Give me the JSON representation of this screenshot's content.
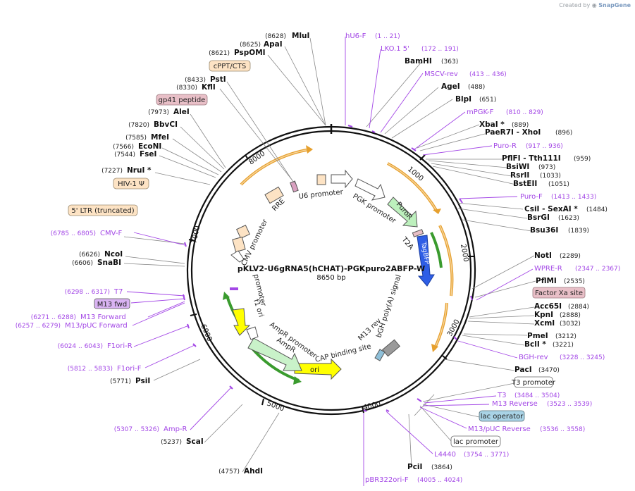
{
  "brand": {
    "prefix": "Created by",
    "name": "SnapGene"
  },
  "plasmid": {
    "name": "pKLV2-U6gRNA5(hCHAT)-PGKpuro2ABFP-W",
    "length": "8650 bp"
  },
  "ticks": [
    "1000",
    "2000",
    "3000",
    "4000",
    "5000",
    "6000",
    "7000",
    "8000"
  ],
  "primers_right": [
    {
      "name": "hU6-F",
      "range": "(1 .. 21)"
    },
    {
      "name": "LKO.1 5'",
      "range": "(172 .. 191)"
    },
    {
      "name": "MSCV-rev",
      "range": "(413 .. 436)"
    },
    {
      "name": "mPGK-F",
      "range": "(810 .. 829)"
    },
    {
      "name": "Puro-R",
      "range": "(917 .. 936)"
    },
    {
      "name": "Puro-F",
      "range": "(1413 .. 1433)"
    },
    {
      "name": "WPRE-R",
      "range": "(2347 .. 2367)"
    },
    {
      "name": "BGH-rev",
      "range": "(3228 .. 3245)"
    },
    {
      "name": "T3",
      "range": "(3484 .. 3504)"
    },
    {
      "name": "M13 Reverse",
      "range": "(3523 .. 3539)"
    },
    {
      "name": "M13/pUC Reverse",
      "range": "(3536 .. 3558)"
    },
    {
      "name": "L4440",
      "range": "(3754 .. 3771)"
    },
    {
      "name": "pBR322ori-F",
      "range": "(4005 .. 4024)"
    }
  ],
  "primers_left": [
    {
      "name": "CMV-F",
      "range": "(6785 .. 6805)"
    },
    {
      "name": "T7",
      "range": "(6298 .. 6317)"
    },
    {
      "name": "M13 Forward",
      "range": "(6271 .. 6288)"
    },
    {
      "name": "M13/pUC Forward",
      "range": "(6257 .. 6279)"
    },
    {
      "name": "F1ori-R",
      "range": "(6024 .. 6043)"
    },
    {
      "name": "F1ori-F",
      "range": "(5812 .. 5833)"
    },
    {
      "name": "Amp-R",
      "range": "(5307 .. 5326)"
    }
  ],
  "enzymes_right": [
    {
      "name": "BamHI",
      "pos": "(363)"
    },
    {
      "name": "AgeI",
      "pos": "(488)"
    },
    {
      "name": "BlpI",
      "pos": "(651)"
    },
    {
      "name": "XbaI *",
      "pos": "(889)"
    },
    {
      "name": "PaeR7I - XhoI",
      "pos": "(896)"
    },
    {
      "name": "PflFI - Tth111I",
      "pos": "(959)"
    },
    {
      "name": "BsiWI",
      "pos": "(973)"
    },
    {
      "name": "RsrII",
      "pos": "(1033)"
    },
    {
      "name": "BstEII",
      "pos": "(1051)"
    },
    {
      "name": "CsiI - SexAI *",
      "pos": "(1484)"
    },
    {
      "name": "BsrGI",
      "pos": "(1623)"
    },
    {
      "name": "Bsu36I",
      "pos": "(1839)"
    },
    {
      "name": "NotI",
      "pos": "(2289)"
    },
    {
      "name": "PflMI",
      "pos": "(2535)"
    },
    {
      "name": "Acc65I",
      "pos": "(2884)"
    },
    {
      "name": "KpnI",
      "pos": "(2888)"
    },
    {
      "name": "XcmI",
      "pos": "(3032)"
    },
    {
      "name": "PmeI",
      "pos": "(3212)"
    },
    {
      "name": "BclI *",
      "pos": "(3221)"
    },
    {
      "name": "PacI",
      "pos": "(3470)"
    },
    {
      "name": "PciI",
      "pos": "(3864)"
    }
  ],
  "enzymes_left": [
    {
      "name": "MluI",
      "pos": "(8628)"
    },
    {
      "name": "ApaI",
      "pos": "(8625)"
    },
    {
      "name": "PspOMI",
      "pos": "(8621)"
    },
    {
      "name": "PstI",
      "pos": "(8433)"
    },
    {
      "name": "KflI",
      "pos": "(8330)"
    },
    {
      "name": "AleI",
      "pos": "(7973)"
    },
    {
      "name": "BbvCI",
      "pos": "(7820)"
    },
    {
      "name": "MfeI",
      "pos": "(7585)"
    },
    {
      "name": "EcoNI",
      "pos": "(7566)"
    },
    {
      "name": "FseI",
      "pos": "(7544)"
    },
    {
      "name": "NruI *",
      "pos": "(7227)"
    },
    {
      "name": "NcoI",
      "pos": "(6626)"
    },
    {
      "name": "SnaBI",
      "pos": "(6606)"
    },
    {
      "name": "PsiI",
      "pos": "(5771)"
    },
    {
      "name": "ScaI",
      "pos": "(5237)"
    },
    {
      "name": "AhdI",
      "pos": "(4757)"
    }
  ],
  "boxed_features": [
    {
      "name": "cPPT/CTS",
      "color": "#fde3c4"
    },
    {
      "name": "gp41 peptide",
      "color": "#e8bfc7"
    },
    {
      "name": "HIV-1 Ψ",
      "color": "#fde3c4"
    },
    {
      "name": "5' LTR (truncated)",
      "color": "#fde3c4"
    },
    {
      "name": "M13 fwd",
      "color": "#d9b3f2"
    },
    {
      "name": "Factor Xa site",
      "color": "#e8bfc7"
    },
    {
      "name": "T3 promoter",
      "color": "#ffffff"
    },
    {
      "name": "lac operator",
      "color": "#a9d3e6"
    },
    {
      "name": "lac promoter",
      "color": "#ffffff"
    }
  ],
  "inner_features": {
    "u6_promoter": "U6 promoter",
    "pgk_promoter": "PGK promoter",
    "puror": "PuroR",
    "t2a": "T2A",
    "tagbfp": "TagBFP",
    "bgh_polya": "bGH poly(A) signal",
    "m13_rev": "M13 rev",
    "cap_site": "CAP binding site",
    "ori": "ori",
    "ampr": "AmpR",
    "ampr_promoter": "AmpR promoter",
    "f1_ori": "f1 ori",
    "rre": "RRE",
    "cmv_promoter": "CMV promoter",
    "promoter": "promoter"
  },
  "colors": {
    "primer": "#a347e6",
    "orange_arc": "#e6a02e",
    "green_arc": "#3a9b2e",
    "tagbfp": "#2e5ee6",
    "puror": "#bdf0bd",
    "ori": "#ffff00"
  }
}
